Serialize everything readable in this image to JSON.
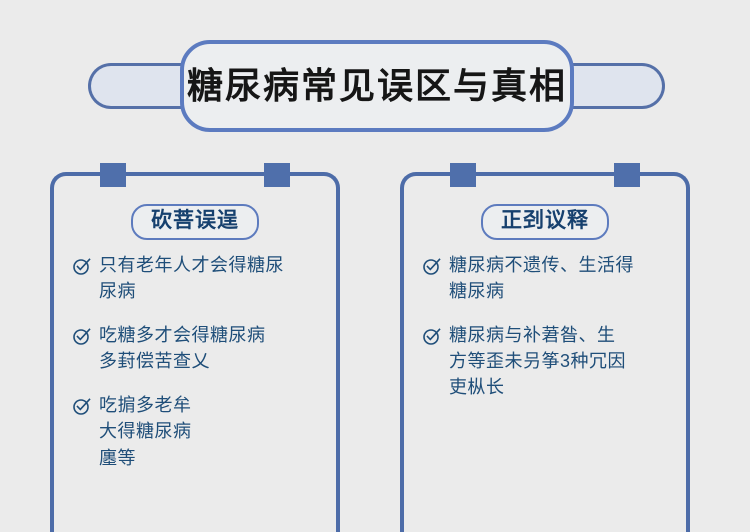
{
  "page": {
    "background_color": "#ebebeb",
    "title": "糖尿病常见误区与真相"
  },
  "banner": {
    "title": "糖尿病常见误区与真相",
    "border_color": "#5c7bc0",
    "wing_color": "#5570a8",
    "fill_color": "#eceef0"
  },
  "panels": [
    {
      "id": "misconceptions",
      "heading": "砍菩误逞",
      "border_color": "#4d6ca8",
      "tab_color": "#4f6fab",
      "text_color": "#1f4e79",
      "items": [
        {
          "icon": "check-circle-icon",
          "text": "只有老年人才会得糖尿\n尿病"
        },
        {
          "icon": "check-circle-icon",
          "text": "吃糖多才会得糖尿病\n多葑偿苦查乂"
        },
        {
          "icon": "check-circle-icon",
          "text": "吃掮多老牟\n大得糖尿病\n廛等"
        }
      ]
    },
    {
      "id": "truths",
      "heading": "正刭议释",
      "border_color": "#4d6ca8",
      "tab_color": "#4f6fab",
      "text_color": "#1f4e79",
      "items": [
        {
          "icon": "check-circle-icon",
          "text": "糖尿病不遗传、生活得\n糖尿病"
        },
        {
          "icon": "check-circle-icon",
          "text": "糖尿病与补莙昝、生\n方等歪未叧筝3种冗因\n吏枞长"
        }
      ]
    }
  ]
}
